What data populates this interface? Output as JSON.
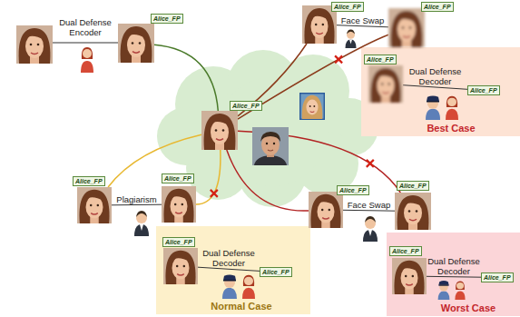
{
  "diagram": {
    "nodes": [
      {
        "text": [
          "Alice_FP"
        ]
      },
      {
        "text": [
          "Alice_FP"
        ]
      },
      {
        "text": [
          "Alice_FP"
        ]
      },
      {
        "text": [
          "Alice_FP"
        ]
      },
      {
        "text": [
          "Best Case"
        ]
      },
      {
        "text": [
          "Alice_FP"
        ],
        "in": 4
      },
      {
        "text": [
          "Alice_FP"
        ],
        "in": 4
      },
      {
        "text": [
          "Alice_FP"
        ]
      },
      {
        "text": [
          "Alice_FP"
        ]
      },
      {
        "text": [
          "Alice_FP"
        ]
      },
      {
        "text": [
          "Alice_FP"
        ]
      },
      {
        "text": [
          "Normal Case"
        ]
      },
      {
        "text": [
          "Alice_FP"
        ],
        "in": 11
      },
      {
        "text": [
          "Alice_FP"
        ],
        "in": 11
      },
      {
        "text": [
          "Worst Case"
        ]
      },
      {
        "text": [
          "Alice_FP"
        ],
        "in": 14
      },
      {
        "text": [
          "Alice_FP"
        ],
        "in": 14
      }
    ],
    "edges": [
      {
        "from": 0,
        "to": 3,
        "arrow": "none"
      },
      {
        "from": 3,
        "to": 1,
        "arrow": "none"
      },
      {
        "from": 3,
        "to": 2,
        "arrow": "none"
      },
      {
        "from": 3,
        "to": 7,
        "arrow": "none"
      },
      {
        "from": 8,
        "to": 3,
        "arrow": "none"
      },
      {
        "from": 3,
        "to": 9,
        "arrow": "none"
      },
      {
        "from": 3,
        "to": 10,
        "arrow": "none"
      },
      {
        "from": 1,
        "to": 2,
        "label": "Face Swap",
        "arrow": "none"
      },
      {
        "from": 5,
        "to": 6,
        "label": "Dual Defense Decoder",
        "arrow": "none"
      },
      {
        "from": 7,
        "to": 8,
        "label": "Plagiarism",
        "arrow": "none"
      },
      {
        "from": 9,
        "to": 10,
        "label": "Face Swap",
        "arrow": "none"
      },
      {
        "from": 12,
        "to": 13,
        "label": "Dual Defense Decoder",
        "arrow": "none"
      },
      {
        "from": 15,
        "to": 16,
        "label": "Dual Defense Decoder",
        "arrow": "none"
      }
    ],
    "labels": [
      "Dual Defense Encoder"
    ]
  }
}
